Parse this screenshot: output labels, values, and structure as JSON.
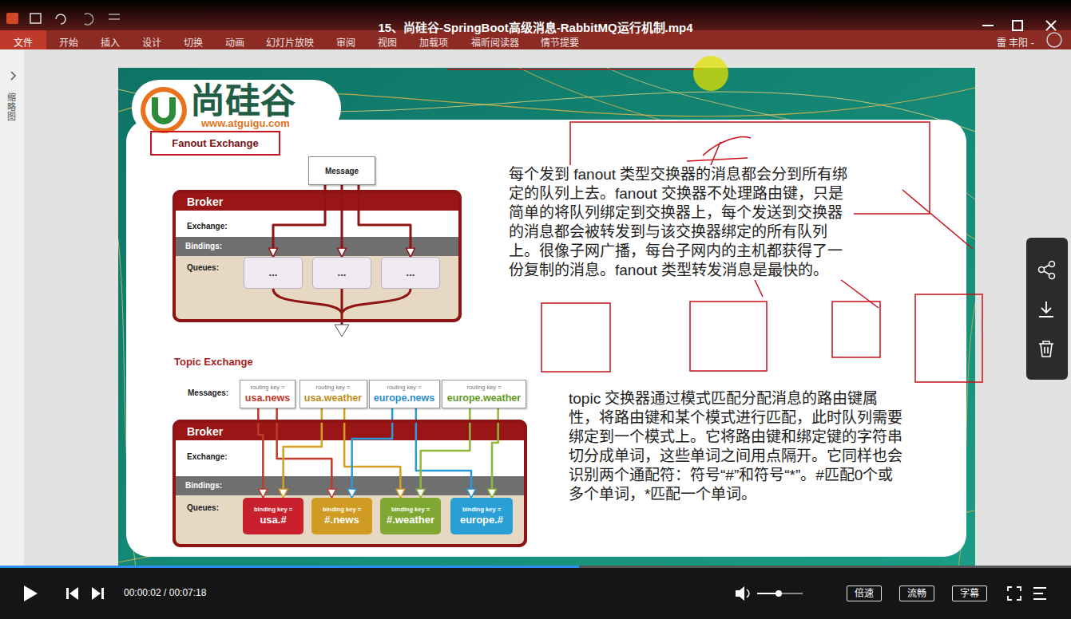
{
  "diagram": {
    "title": "15、尚硅谷-SpringBoot高级消息-RabbitMQ运行机制.mp4",
    "nodes": [
      {
        "text": [
          "Fanout Exchange"
        ]
      },
      {
        "text": [
          "Message"
        ]
      },
      {
        "text": [
          "Broker",
          "Exchange:",
          "Queues:"
        ]
      },
      {
        "text": [
          "Bindings:"
        ],
        "in": 2
      },
      {
        "text": [
          "..."
        ],
        "in": 2
      },
      {
        "text": [
          "..."
        ],
        "in": 2
      },
      {
        "text": [
          "..."
        ],
        "in": 2
      },
      {
        "text": [
          "routing key =",
          "usa.news"
        ]
      },
      {
        "text": [
          "routing key =",
          "usa.weather"
        ]
      },
      {
        "text": [
          "routing key =",
          "europe.news"
        ]
      },
      {
        "text": [
          "routing key =",
          "europe.weather"
        ]
      },
      {
        "text": [
          "Broker",
          "Exchange:",
          "Queues:"
        ]
      },
      {
        "text": [
          "Bindings:"
        ],
        "in": 11
      },
      {
        "text": [
          "binding key =",
          "usa.#"
        ],
        "in": 11
      },
      {
        "text": [
          "binding key =",
          "#.news"
        ],
        "in": 11
      },
      {
        "text": [
          "binding key =",
          "#.weather"
        ],
        "in": 11
      },
      {
        "text": [
          "binding key =",
          "europe.#"
        ],
        "in": 11
      }
    ],
    "edges": [
      {
        "from": 1,
        "to": 4,
        "arrow": "to"
      },
      {
        "from": 1,
        "to": 5,
        "arrow": "to"
      },
      {
        "from": 1,
        "to": 6,
        "arrow": "to"
      },
      {
        "from": 7,
        "to": 13,
        "arrow": "to"
      },
      {
        "from": 7,
        "to": 14,
        "arrow": "to"
      },
      {
        "from": 8,
        "to": 13,
        "arrow": "to"
      },
      {
        "from": 8,
        "to": 15,
        "arrow": "to"
      },
      {
        "from": 9,
        "to": 14,
        "arrow": "to"
      },
      {
        "from": 9,
        "to": 16,
        "arrow": "to"
      },
      {
        "from": 10,
        "to": 15,
        "arrow": "to"
      },
      {
        "from": 10,
        "to": 16,
        "arrow": "to"
      }
    ],
    "labels": [
      "文件",
      "开始",
      "插入",
      "设计",
      "切换",
      "动画",
      "幻灯片放映",
      "审阅",
      "视图",
      "加载项",
      "福昕阅读器",
      "情节提要",
      "雷 丰阳 -",
      "缩略图",
      "尚硅谷",
      "www.atguigu.com",
      "每个发到 fanout 类型交换器的消息都会分到所有绑定的队列上去。fanout 交换器不处理路由键，只是简单的将队列绑定到交换器上，每个发送到交换器的消息都会被转发到与该交换器绑定的所有队列上。很像子网广播，每台子网内的主机都获得了一份复制的消息。fanout 类型转发消息是最快的。",
      "Topic Exchange",
      "Messages:",
      "topic 交换器通过模式匹配分配消息的路由键属性，将路由键和某个模式进行匹配，此时队列需要绑定到一个模式上。它将路由键和绑定键的字符串切分成单词，这些单词之间用点隔开。它同样也会识别两个通配符：符号“#”和符号“*”。#匹配0个或多个单词，*匹配一个单词。",
      "00:00:02 / 00:07:18",
      "倍速",
      "流畅",
      "字幕"
    ]
  }
}
